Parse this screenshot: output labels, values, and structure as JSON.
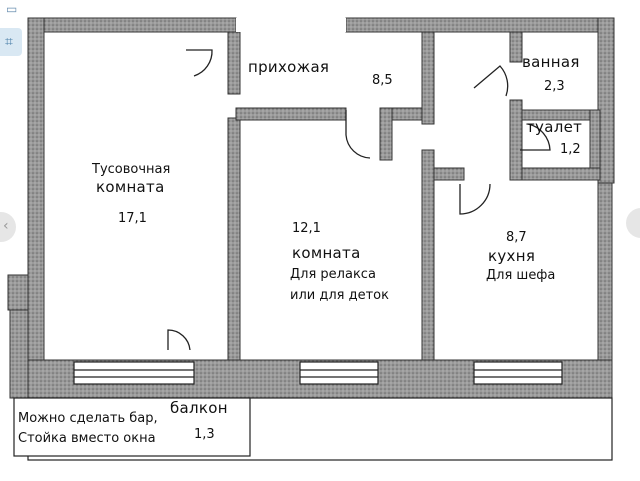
{
  "rooms": {
    "hallway": {
      "name": "прихожая",
      "area": "8,5"
    },
    "bathroom": {
      "name": "ванная",
      "area": "2,3"
    },
    "toilet": {
      "name": "туалет",
      "area": "1,2"
    },
    "party_room": {
      "note": "Тусовочная",
      "name": "комната",
      "area": "17,1"
    },
    "relax_room": {
      "area": "12,1",
      "name": "комната",
      "note1": "Для релакса",
      "note2": "или для деток"
    },
    "kitchen": {
      "area": "8,7",
      "name": "кухня",
      "note": "Для шефа"
    },
    "balcony": {
      "name": "балкон",
      "area": "1,3",
      "note1": "Можно сделать бар,",
      "note2": "Стойка вместо окна"
    }
  },
  "colors": {
    "wall": "#8c8c8c",
    "wall_dark": "#6f6f6f",
    "line": "#222222",
    "window": "#ffffff"
  },
  "icons": {
    "crop": "crop-icon",
    "prev": "chevron-left-icon",
    "next": "chevron-right-icon"
  }
}
